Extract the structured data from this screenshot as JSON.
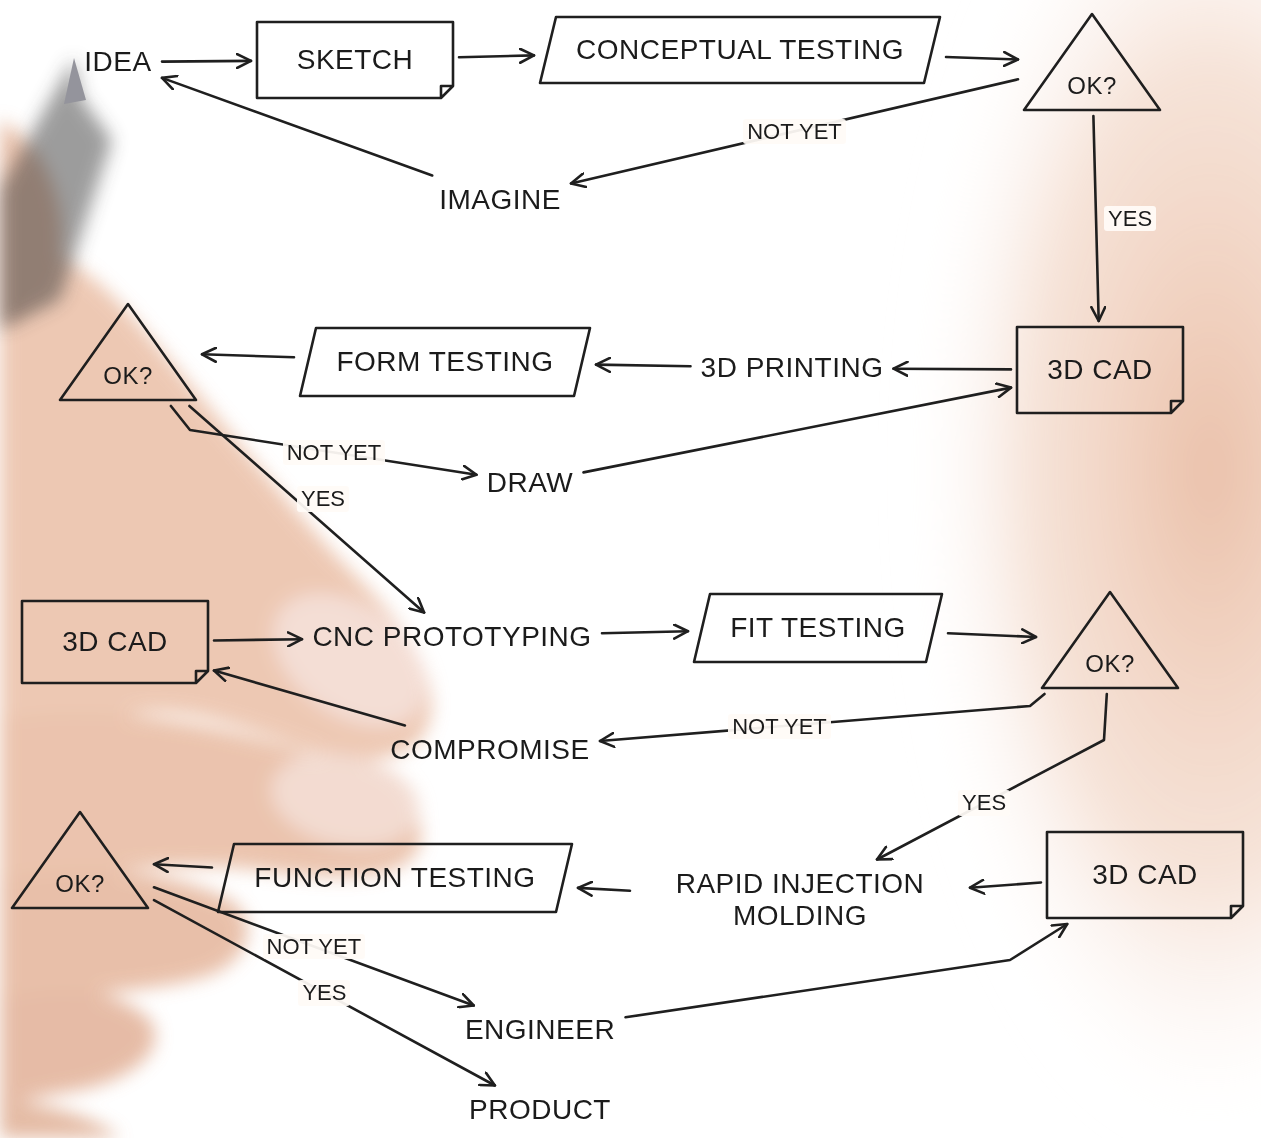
{
  "diagram": {
    "nodes": [
      {
        "text": [
          "IDEA"
        ]
      },
      {
        "text": [
          "SKETCH"
        ]
      },
      {
        "text": [
          "CONCEPTUAL TESTING"
        ]
      },
      {
        "text": [
          "OK?"
        ]
      },
      {
        "text": [
          "IMAGINE"
        ]
      },
      {
        "text": [
          "3D CAD"
        ]
      },
      {
        "text": [
          "3D PRINTING"
        ]
      },
      {
        "text": [
          "FORM TESTING"
        ]
      },
      {
        "text": [
          "OK?"
        ]
      },
      {
        "text": [
          "DRAW"
        ]
      },
      {
        "text": [
          "3D CAD"
        ]
      },
      {
        "text": [
          "CNC PROTOTYPING"
        ]
      },
      {
        "text": [
          "FIT TESTING"
        ]
      },
      {
        "text": [
          "OK?"
        ]
      },
      {
        "text": [
          "COMPROMISE"
        ]
      },
      {
        "text": [
          "3D CAD"
        ]
      },
      {
        "text": [
          "RAPID INJECTION MOLDING"
        ]
      },
      {
        "text": [
          "FUNCTION TESTING"
        ]
      },
      {
        "text": [
          "OK?"
        ]
      },
      {
        "text": [
          "ENGINEER"
        ]
      },
      {
        "text": [
          "PRODUCT"
        ]
      }
    ],
    "edges": [
      {
        "from": 0,
        "to": 1,
        "arrow": "to"
      },
      {
        "from": 1,
        "to": 2,
        "arrow": "to"
      },
      {
        "from": 2,
        "to": 3,
        "arrow": "to"
      },
      {
        "from": 3,
        "to": 4,
        "label": "NOT YET",
        "arrow": "to"
      },
      {
        "from": 4,
        "to": 0,
        "arrow": "to"
      },
      {
        "from": 3,
        "to": 5,
        "label": "YES",
        "arrow": "to"
      },
      {
        "from": 5,
        "to": 6,
        "arrow": "to"
      },
      {
        "from": 6,
        "to": 7,
        "arrow": "to"
      },
      {
        "from": 7,
        "to": 8,
        "arrow": "to"
      },
      {
        "from": 8,
        "to": 9,
        "label": "NOT YET",
        "arrow": "to"
      },
      {
        "from": 9,
        "to": 5,
        "arrow": "to"
      },
      {
        "from": 8,
        "to": 11,
        "label": "YES",
        "arrow": "to"
      },
      {
        "from": 10,
        "to": 11,
        "arrow": "to"
      },
      {
        "from": 11,
        "to": 12,
        "arrow": "to"
      },
      {
        "from": 12,
        "to": 13,
        "arrow": "to"
      },
      {
        "from": 13,
        "to": 14,
        "label": "NOT YET",
        "arrow": "to"
      },
      {
        "from": 14,
        "to": 10,
        "arrow": "to"
      },
      {
        "from": 13,
        "to": 16,
        "label": "YES",
        "arrow": "to"
      },
      {
        "from": 15,
        "to": 16,
        "arrow": "to"
      },
      {
        "from": 16,
        "to": 17,
        "arrow": "to"
      },
      {
        "from": 17,
        "to": 18,
        "arrow": "to"
      },
      {
        "from": 18,
        "to": 19,
        "label": "NOT YET",
        "arrow": "to"
      },
      {
        "from": 19,
        "to": 15,
        "arrow": "to"
      },
      {
        "from": 18,
        "to": 20,
        "label": "YES",
        "arrow": "to"
      }
    ]
  }
}
